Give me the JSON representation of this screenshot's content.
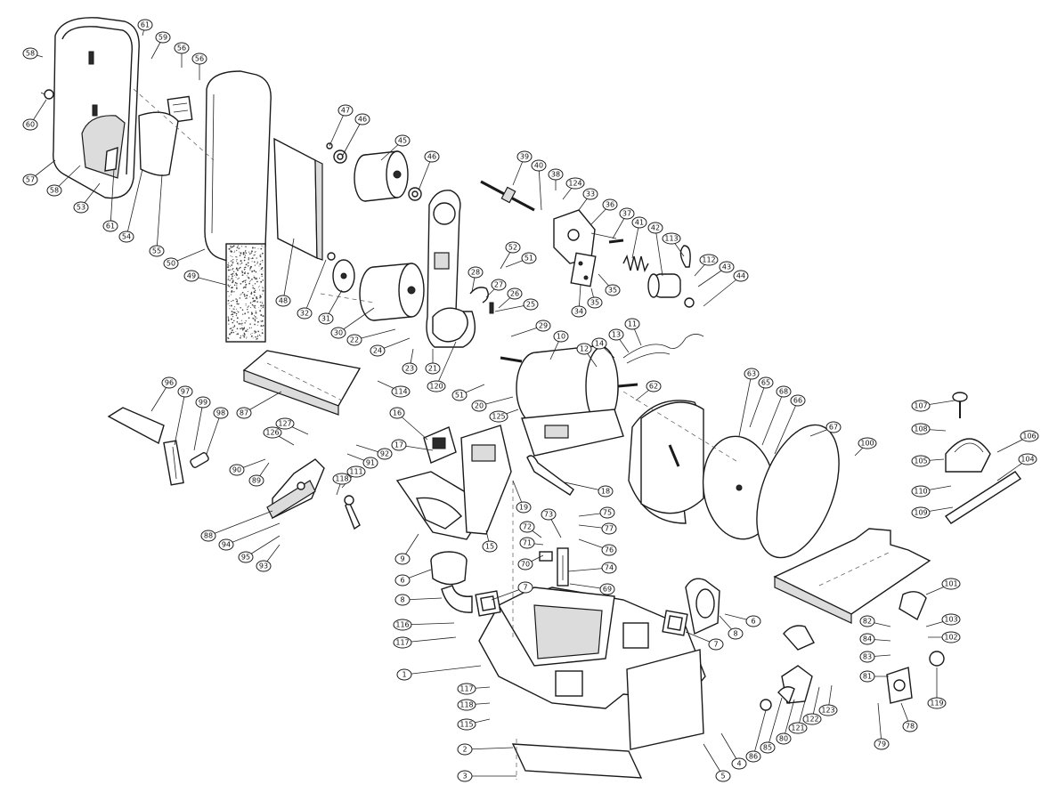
{
  "diagram": {
    "type": "exploded-parts-diagram",
    "callouts": [
      "61",
      "59",
      "58",
      "56",
      "56",
      "60",
      "57",
      "58",
      "53",
      "61",
      "54",
      "55",
      "50",
      "49",
      "48",
      "47",
      "46",
      "45",
      "46",
      "32",
      "31",
      "30",
      "22",
      "24",
      "23",
      "21",
      "120",
      "28",
      "27",
      "26",
      "25",
      "52",
      "51",
      "39",
      "40",
      "38",
      "124",
      "33",
      "36",
      "37",
      "41",
      "42",
      "113",
      "112",
      "43",
      "44",
      "35",
      "34",
      "35",
      "29",
      "10",
      "11",
      "13",
      "14",
      "12",
      "62",
      "51",
      "20",
      "125",
      "114",
      "16",
      "17",
      "19",
      "18",
      "15",
      "96",
      "97",
      "99",
      "98",
      "87",
      "127",
      "126",
      "92",
      "90",
      "89",
      "91",
      "111",
      "118",
      "88",
      "94",
      "95",
      "93",
      "9",
      "6",
      "8",
      "7",
      "1",
      "116",
      "117",
      "117",
      "118",
      "115",
      "2",
      "3",
      "73",
      "72",
      "71",
      "70",
      "75",
      "77",
      "76",
      "74",
      "69",
      "6",
      "7",
      "8",
      "63",
      "65",
      "68",
      "66",
      "67",
      "100",
      "107",
      "108",
      "106",
      "105",
      "104",
      "110",
      "109",
      "101",
      "103",
      "102",
      "82",
      "84",
      "83",
      "81",
      "119",
      "78",
      "79",
      "86",
      "85",
      "80",
      "121",
      "122",
      "123",
      "4",
      "5"
    ]
  }
}
